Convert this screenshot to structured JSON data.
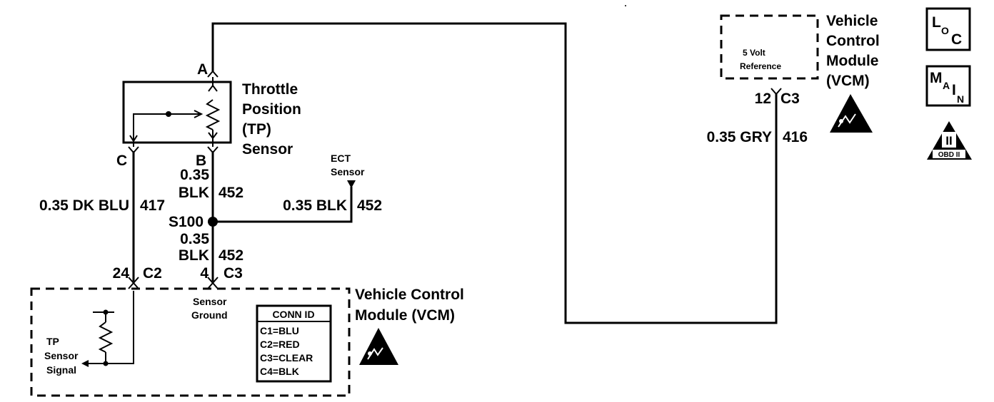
{
  "tp_sensor": {
    "name_lines": [
      "Throttle",
      "Position",
      "(TP)",
      "Sensor"
    ],
    "pin_a": "A",
    "pin_b": "B",
    "pin_c": "C"
  },
  "wires": {
    "left": {
      "gauge_color": "0.35 DK BLU",
      "circuit": "417"
    },
    "ground_upper": {
      "gauge": "0.35",
      "color": "BLK",
      "circuit": "452"
    },
    "ground_lower": {
      "gauge": "0.35",
      "color": "BLK",
      "circuit": "452"
    },
    "ect": {
      "gauge_color": "0.35 BLK",
      "circuit": "452"
    },
    "reference": {
      "gauge_color": "0.35 GRY",
      "circuit": "416"
    }
  },
  "splice": {
    "label": "S100"
  },
  "ect_sensor": {
    "lines": [
      "ECT",
      "Sensor"
    ]
  },
  "connectors": {
    "c2": {
      "pin": "24",
      "id": "C2"
    },
    "c3_ground": {
      "pin": "4",
      "id": "C3"
    },
    "c3_ref": {
      "pin": "12",
      "id": "C3"
    }
  },
  "vcm_bottom": {
    "title_lines": [
      "Vehicle Control",
      "Module (VCM)"
    ],
    "tp_signal_lines": [
      "TP",
      "Sensor",
      "Signal"
    ],
    "sensor_ground_lines": [
      "Sensor",
      "Ground"
    ]
  },
  "conn_id": {
    "header": "CONN ID",
    "rows": [
      "C1=BLU",
      "C2=RED",
      "C3=CLEAR",
      "C4=BLK"
    ]
  },
  "vcm_top": {
    "title_lines": [
      "Vehicle",
      "Control",
      "Module",
      "(VCM)"
    ],
    "reference_lines": [
      "5 Volt",
      "Reference"
    ]
  },
  "icons": {
    "loc": {
      "big1": "L",
      "small1": "O",
      "big2": "C"
    },
    "main": {
      "big1": "M",
      "small1": "A",
      "big2": "I",
      "small2": "N"
    },
    "obd": {
      "text": "OBD II",
      "roman": "II"
    }
  }
}
